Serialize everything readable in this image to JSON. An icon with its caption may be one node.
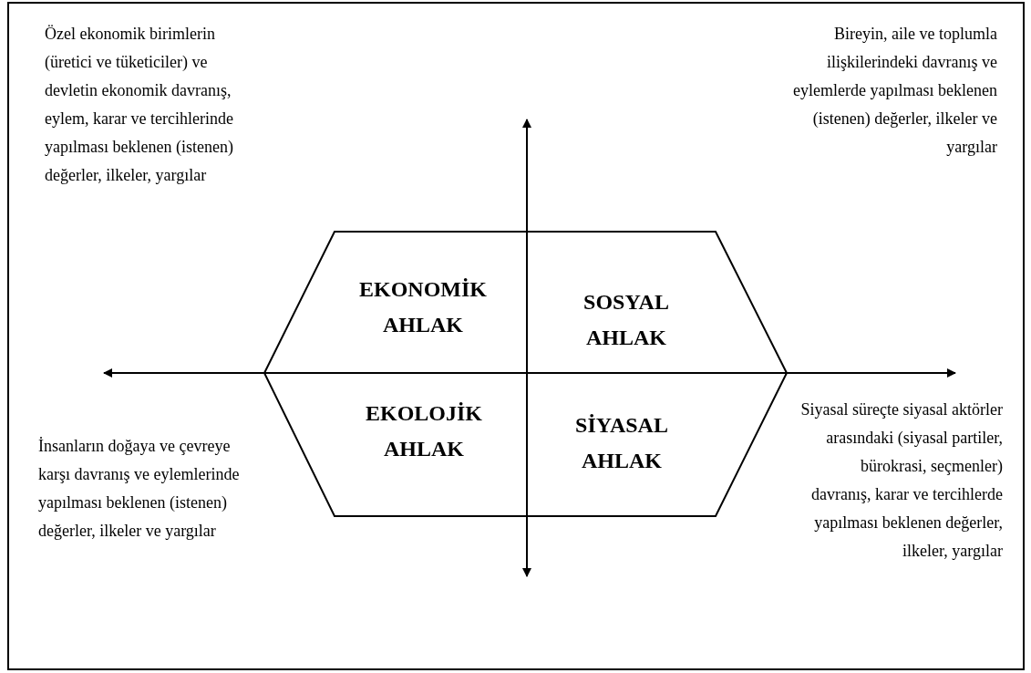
{
  "diagram": {
    "nodes": [
      {
        "text": [
          "EKONOMİK AHLAK",
          "SOSYAL AHLAK",
          "EKOLOJİK AHLAK",
          "SİYASAL AHLAK"
        ]
      }
    ],
    "labels": [
      "Özel ekonomik birimlerin (üretici ve tüketiciler) ve devletin ekonomik davranış, eylem, karar ve tercihlerinde yapılması beklenen (istenen) değerler, ilkeler, yargılar",
      "Bireyin, aile ve toplumla ilişkilerindeki davranış ve eylemlerde yapılması beklenen (istenen) değerler, ilkeler ve yargılar",
      "İnsanların doğaya ve çevreye karşı davranış ve eylemlerinde yapılması beklenen (istenen) değerler, ilkeler ve yargılar",
      "Siyasal süreçte siyasal aktörler arasındaki (siyasal partiler, bürokrasi, seçmenler) davranış, karar ve tercihlerde yapılması beklenen değerler, ilkeler, yargılar"
    ]
  }
}
